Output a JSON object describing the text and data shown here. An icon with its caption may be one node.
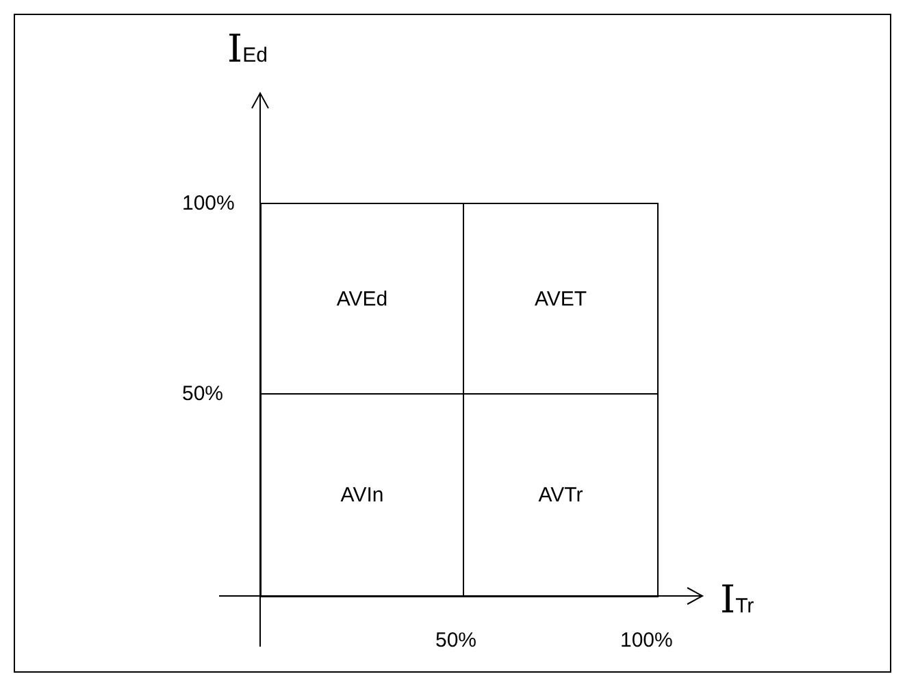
{
  "diagram": {
    "nodes": [
      {
        "text": [
          "AVEd"
        ]
      },
      {
        "text": [
          "AVET"
        ]
      },
      {
        "text": [
          "AVIn"
        ]
      },
      {
        "text": [
          "AVTr"
        ]
      }
    ],
    "labels": [
      "I$_{Ed}$",
      "100%",
      "50%",
      "50%",
      "100%",
      "I$_{Tr}$"
    ]
  }
}
